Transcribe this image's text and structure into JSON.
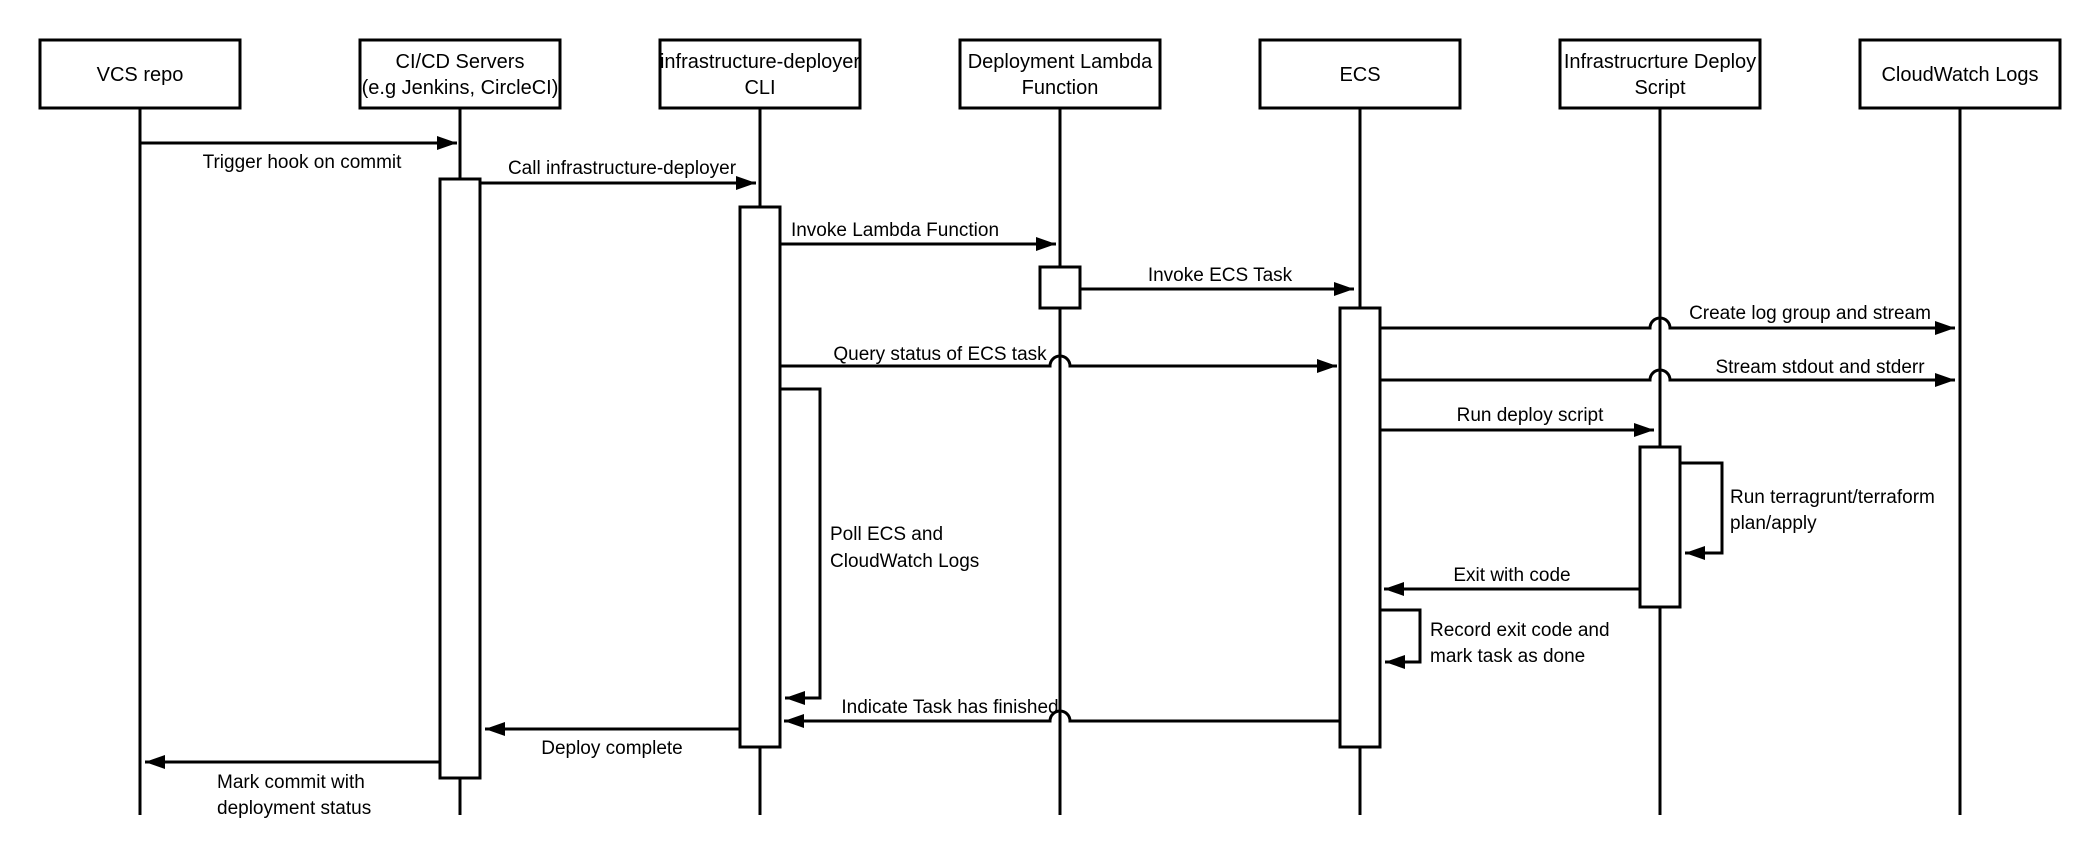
{
  "diagram_type": "uml-sequence-diagram",
  "colors": {
    "stroke": "#000000",
    "fill": "#ffffff",
    "text": "#000000",
    "background": "#ffffff"
  },
  "actors": [
    {
      "name": "vcs-repo",
      "lines": [
        "VCS repo"
      ]
    },
    {
      "name": "cicd-servers",
      "lines": [
        "CI/CD Servers",
        "(e.g Jenkins, CircleCI)"
      ]
    },
    {
      "name": "infrastructure-deployer-cli",
      "lines": [
        "infrastructure-deployer",
        "CLI"
      ]
    },
    {
      "name": "deployment-lambda-function",
      "lines": [
        "Deployment Lambda",
        "Function"
      ]
    },
    {
      "name": "ecs",
      "lines": [
        "ECS"
      ]
    },
    {
      "name": "infrastructure-deploy-script",
      "lines": [
        "Infrastrucrture Deploy",
        "Script"
      ]
    },
    {
      "name": "cloudwatch-logs",
      "lines": [
        "CloudWatch Logs"
      ]
    }
  ],
  "messages": [
    {
      "from": "vcs-repo",
      "to": "cicd-servers",
      "lines": [
        "Trigger hook on commit"
      ]
    },
    {
      "from": "cicd-servers",
      "to": "infrastructure-deployer-cli",
      "lines": [
        "Call infrastructure-deployer"
      ]
    },
    {
      "from": "infrastructure-deployer-cli",
      "to": "deployment-lambda-function",
      "lines": [
        "Invoke Lambda Function"
      ]
    },
    {
      "from": "deployment-lambda-function",
      "to": "ecs",
      "lines": [
        "Invoke ECS Task"
      ]
    },
    {
      "from": "ecs",
      "to": "cloudwatch-logs",
      "lines": [
        "Create log group and stream"
      ]
    },
    {
      "from": "infrastructure-deployer-cli",
      "to": "ecs",
      "lines": [
        "Query status of ECS task"
      ]
    },
    {
      "from": "ecs",
      "to": "cloudwatch-logs",
      "lines": [
        "Stream stdout and stderr"
      ]
    },
    {
      "from": "ecs",
      "to": "infrastructure-deploy-script",
      "lines": [
        "Run deploy script"
      ]
    },
    {
      "from": "infrastructure-deploy-script",
      "to": "infrastructure-deploy-script",
      "lines": [
        "Run terragrunt/terraform",
        "plan/apply"
      ]
    },
    {
      "from": "infrastructure-deploy-script",
      "to": "ecs",
      "lines": [
        "Exit with code"
      ]
    },
    {
      "from": "ecs",
      "to": "ecs",
      "lines": [
        "Record exit code and",
        "mark task as done"
      ]
    },
    {
      "from": "infrastructure-deployer-cli",
      "to": "infrastructure-deployer-cli",
      "lines": [
        "Poll ECS and",
        "CloudWatch Logs"
      ]
    },
    {
      "from": "ecs",
      "to": "infrastructure-deployer-cli",
      "lines": [
        "Indicate Task has finished"
      ]
    },
    {
      "from": "infrastructure-deployer-cli",
      "to": "cicd-servers",
      "lines": [
        "Deploy complete"
      ]
    },
    {
      "from": "cicd-servers",
      "to": "vcs-repo",
      "lines": [
        "Mark commit with",
        "deployment status"
      ]
    }
  ]
}
